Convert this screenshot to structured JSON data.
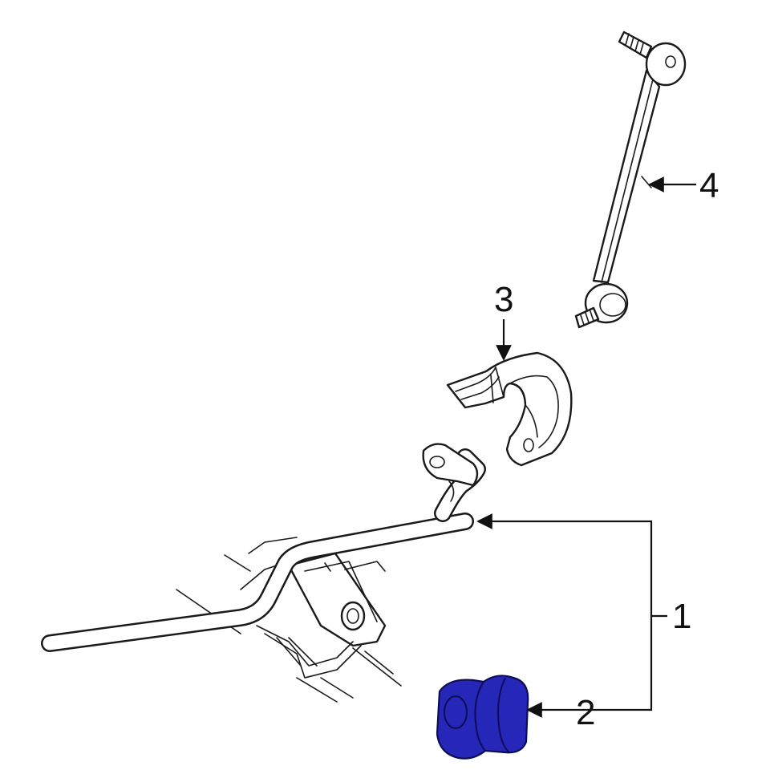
{
  "diagram": {
    "highlight_color": "#2626b8",
    "highlight_outline": "#0d0d55",
    "callouts": [
      {
        "id": "1",
        "label": "1",
        "part": "stabilizer-bar"
      },
      {
        "id": "2",
        "label": "2",
        "part": "stabilizer-bar-bushing"
      },
      {
        "id": "3",
        "label": "3",
        "part": "bushing-clamp-bracket"
      },
      {
        "id": "4",
        "label": "4",
        "part": "stabilizer-link"
      }
    ]
  }
}
